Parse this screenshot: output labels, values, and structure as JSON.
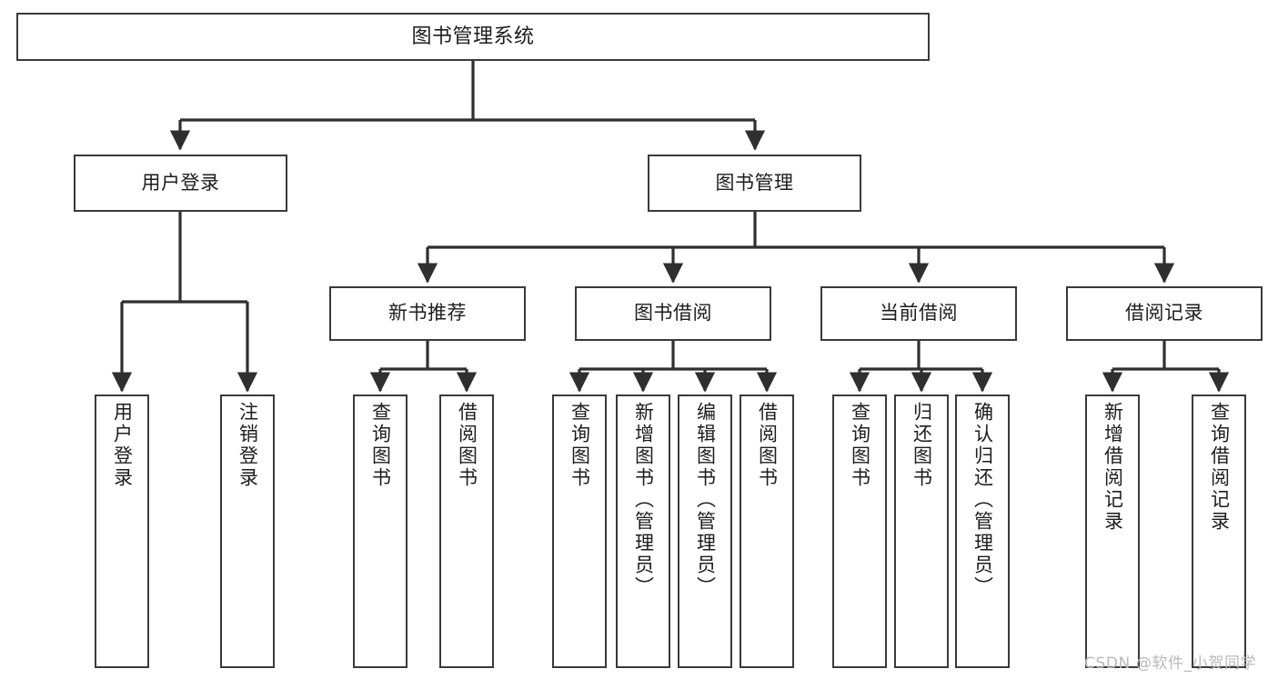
{
  "diagram": {
    "type": "tree",
    "title": "图书管理系统",
    "orientation": "top-down",
    "colors": {
      "box_border": "#3a3a3a",
      "box_fill": "#ffffff",
      "connector": "#2f2f2f",
      "text": "#1d1d1d",
      "watermark": "#b9b9b9"
    },
    "root": {
      "label": "图书管理系统"
    },
    "level2": [
      {
        "label": "用户登录"
      },
      {
        "label": "图书管理"
      }
    ],
    "level3": [
      {
        "label": "新书推荐"
      },
      {
        "label": "图书借阅"
      },
      {
        "label": "当前借阅"
      },
      {
        "label": "借阅记录"
      }
    ],
    "leaves": {
      "user_login": [
        {
          "label": "用户登录"
        },
        {
          "label": "注销登录"
        }
      ],
      "new_book_recommend": [
        {
          "label": "查询图书"
        },
        {
          "label": "借阅图书"
        }
      ],
      "book_borrow": [
        {
          "label": "查询图书"
        },
        {
          "label": "新增图书（管理员）"
        },
        {
          "label": "编辑图书（管理员）"
        },
        {
          "label": "借阅图书"
        }
      ],
      "current_borrow": [
        {
          "label": "查询图书"
        },
        {
          "label": "归还图书"
        },
        {
          "label": "确认归还（管理员）"
        }
      ],
      "borrow_record": [
        {
          "label": "新增借阅记录"
        },
        {
          "label": "查询借阅记录"
        }
      ]
    }
  },
  "watermark": {
    "text": "CSDN @软件_小贺同学"
  }
}
